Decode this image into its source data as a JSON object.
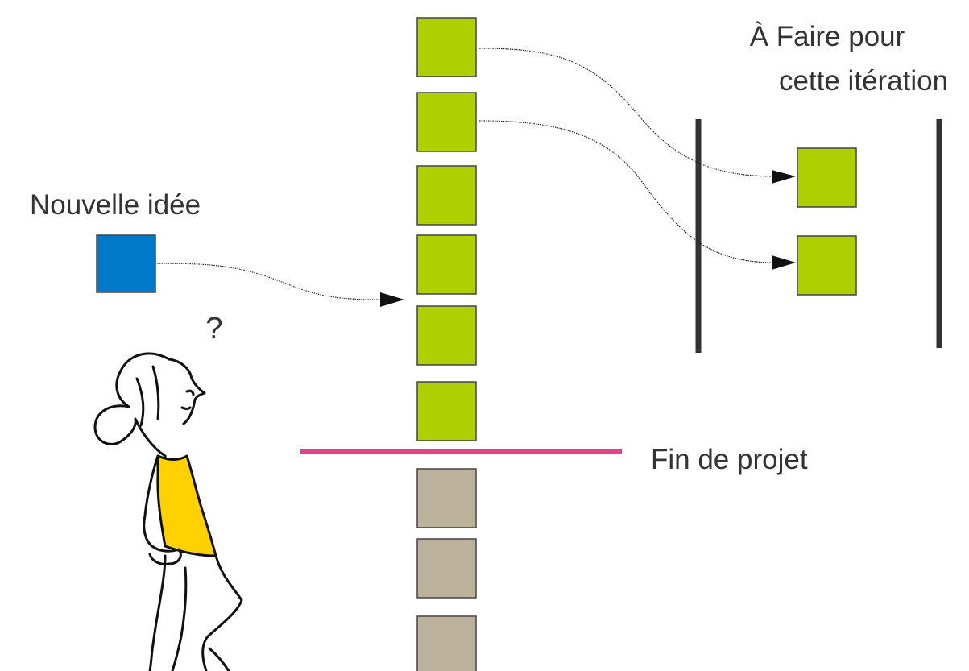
{
  "labels": {
    "new_idea": "Nouvelle idée",
    "question": "?",
    "todo_line1": "À Faire pour",
    "todo_line2": "cette itération",
    "end_of_project": "Fin de projet"
  },
  "backlog": {
    "in_scope_count": 6,
    "out_of_scope_count": 3,
    "selected_for_iteration_count": 2
  },
  "colors": {
    "in_scope_item": "#aed000",
    "out_of_scope_item": "#bcb19a",
    "new_idea_item": "#0079c8",
    "end_of_project_line": "#e0438a",
    "iteration_bars": "#333333",
    "person_shirt": "#ffd100",
    "text": "#333333"
  },
  "icons": {
    "person": "person-thinking-icon",
    "arrow": "arrow-right-icon"
  }
}
